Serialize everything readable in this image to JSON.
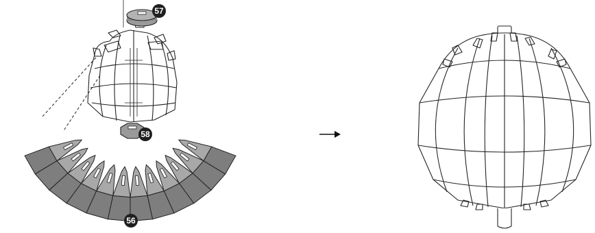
{
  "callouts": {
    "part_57": "57",
    "part_58": "58",
    "part_56": "56"
  },
  "arrow_symbol": "→",
  "colors": {
    "part_fill": "#a8a8a8",
    "part_dark": "#7e7e7e",
    "callout_fill": "#1f1f1f",
    "line": "#222222"
  }
}
